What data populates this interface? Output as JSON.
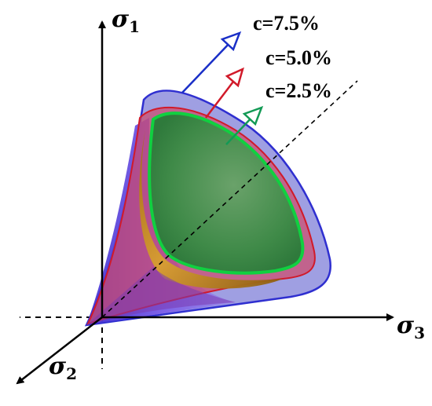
{
  "axes": {
    "sigma1": {
      "symbol": "σ",
      "subscript": "1"
    },
    "sigma2": {
      "symbol": "σ",
      "subscript": "2"
    },
    "sigma3": {
      "symbol": "σ",
      "subscript": "3"
    }
  },
  "surfaces": [
    {
      "label": "c=7.5%",
      "color": "#1a2fc7",
      "fill": "#5a5ad8"
    },
    {
      "label": "c=5.0%",
      "color": "#d11a2a",
      "fill": "#cf3a5a"
    },
    {
      "label": "c=2.5%",
      "color": "#139a55",
      "fill": "#3aa04a"
    }
  ]
}
